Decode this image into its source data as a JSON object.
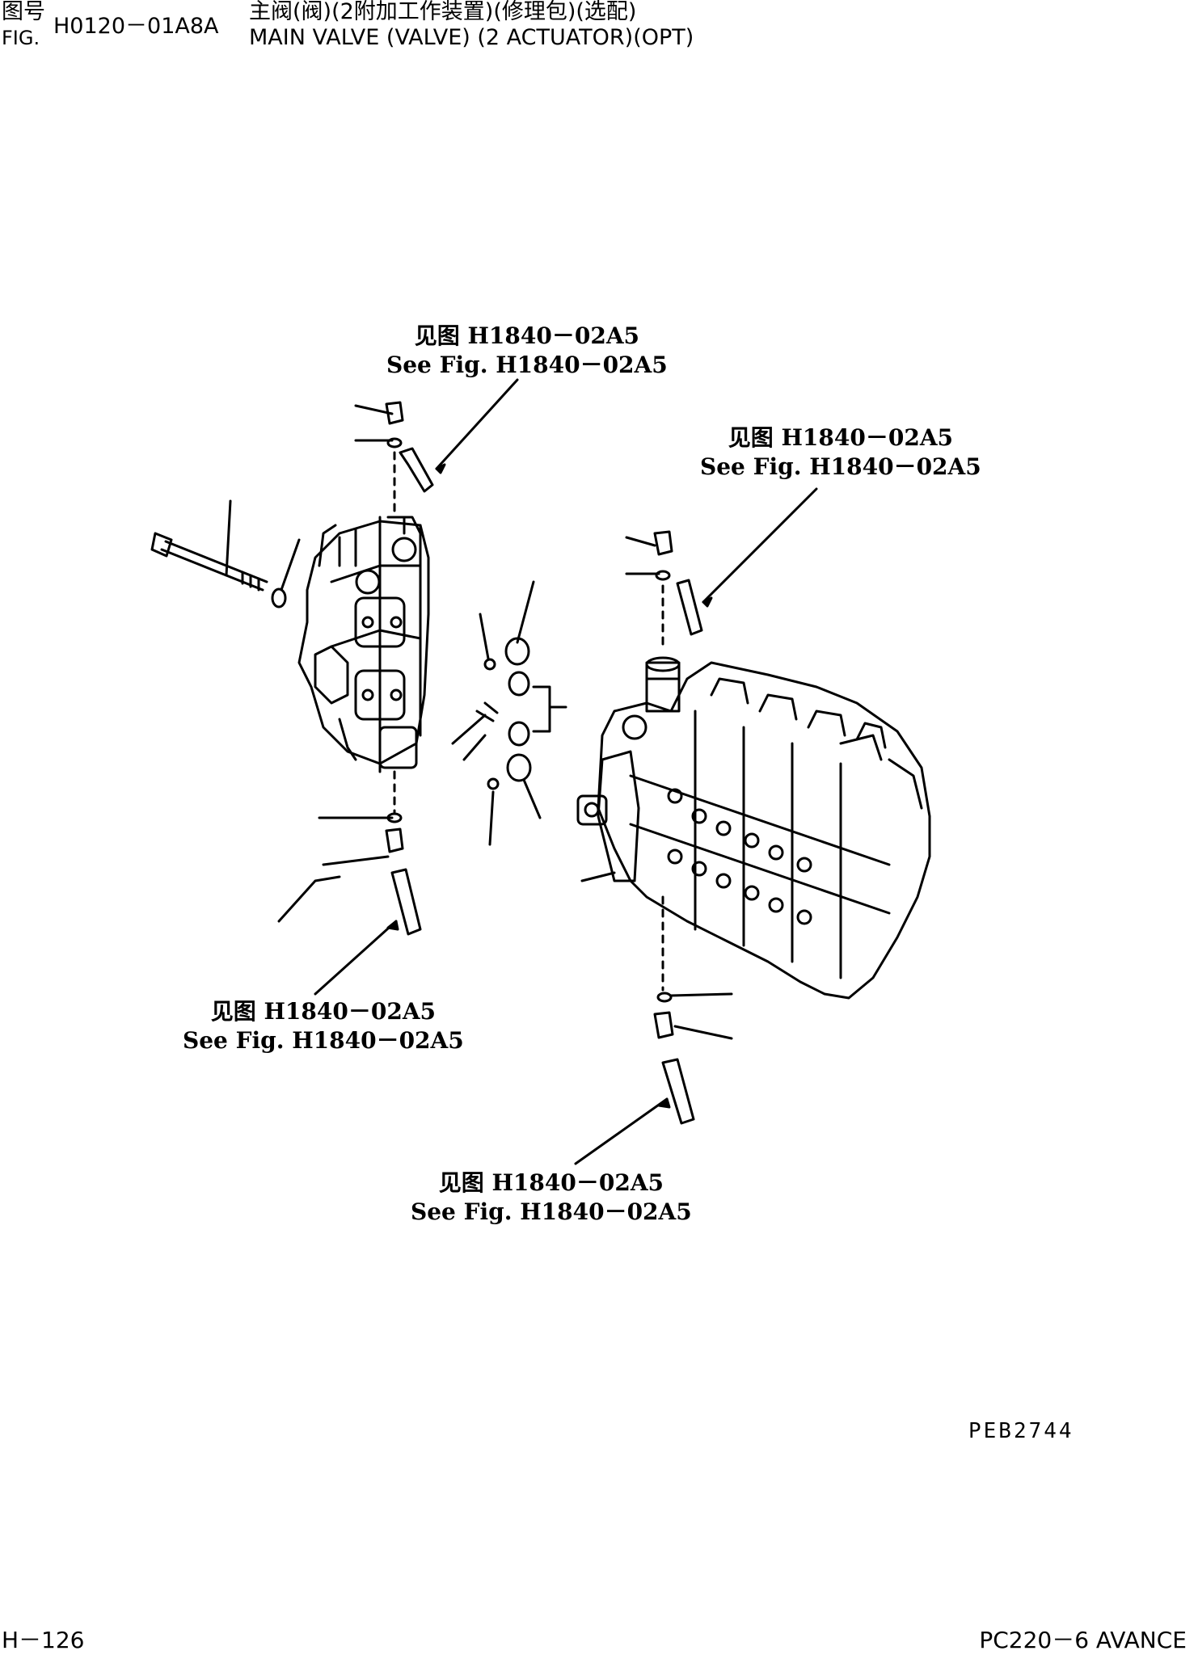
{
  "header": {
    "fig_label_cn": "图号",
    "fig_label_en": "FIG.",
    "fig_number": "H0120－01A8A",
    "title_cn": "主阀(阀)(2附加工作装置)(修理包)(选配)",
    "title_en": "MAIN VALVE (VALVE) (2 ACTUATOR)(OPT)"
  },
  "callouts": [
    {
      "cn": "见图 H1840－02A5",
      "en": "See Fig. H1840－02A5"
    },
    {
      "cn": "见图 H1840－02A5",
      "en": "See Fig. H1840－02A5"
    },
    {
      "cn": "见图 H1840－02A5",
      "en": "See Fig. H1840－02A5"
    },
    {
      "cn": "见图 H1840－02A5",
      "en": "See Fig. H1840－02A5"
    }
  ],
  "drawing_code": "PEB2744",
  "footer": {
    "page": "H－126",
    "model": "PC220－6 AVANCE"
  }
}
